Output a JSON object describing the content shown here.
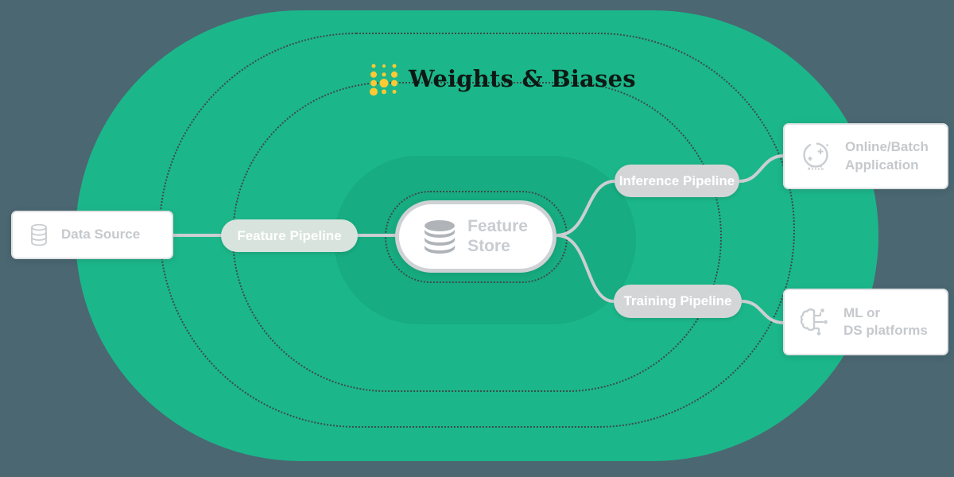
{
  "colors": {
    "slate": "#4b6772",
    "green": "#1bb78a",
    "green-dark": "#17ac81",
    "ring-dot": "#3c4b48",
    "gold": "#ffc933",
    "sage": "#d8e3dd",
    "pillgray": "#d3d5d7",
    "wire": "#cbcfd2"
  },
  "logo": {
    "wordmark": "Weights & Biases",
    "dot_radii": [
      [
        2.5,
        2,
        2.5
      ],
      [
        4,
        2.5,
        4
      ],
      [
        4,
        5.5,
        4
      ],
      [
        5,
        3,
        2.5
      ]
    ]
  },
  "nodes": {
    "data_source": {
      "label": "Data Source",
      "icon": "database-icon"
    },
    "feature_pipeline": {
      "label": "Feature Pipeline"
    },
    "feature_store": {
      "label": "Feature Store",
      "lines": [
        "Feature",
        "Store"
      ],
      "icon": "database-icon"
    },
    "inference_pipeline": {
      "label": "Inference Pipeline"
    },
    "training_pipeline": {
      "label": "Training Pipeline"
    },
    "online_batch_application": {
      "label": "Online/Batch Application",
      "lines": [
        "Online/Batch",
        "Application"
      ],
      "icon": "crystal-ball-icon"
    },
    "ml_ds_platforms": {
      "label": "ML or DS platforms",
      "lines": [
        "ML or",
        "DS platforms"
      ],
      "icon": "brain-circuit-icon"
    }
  }
}
